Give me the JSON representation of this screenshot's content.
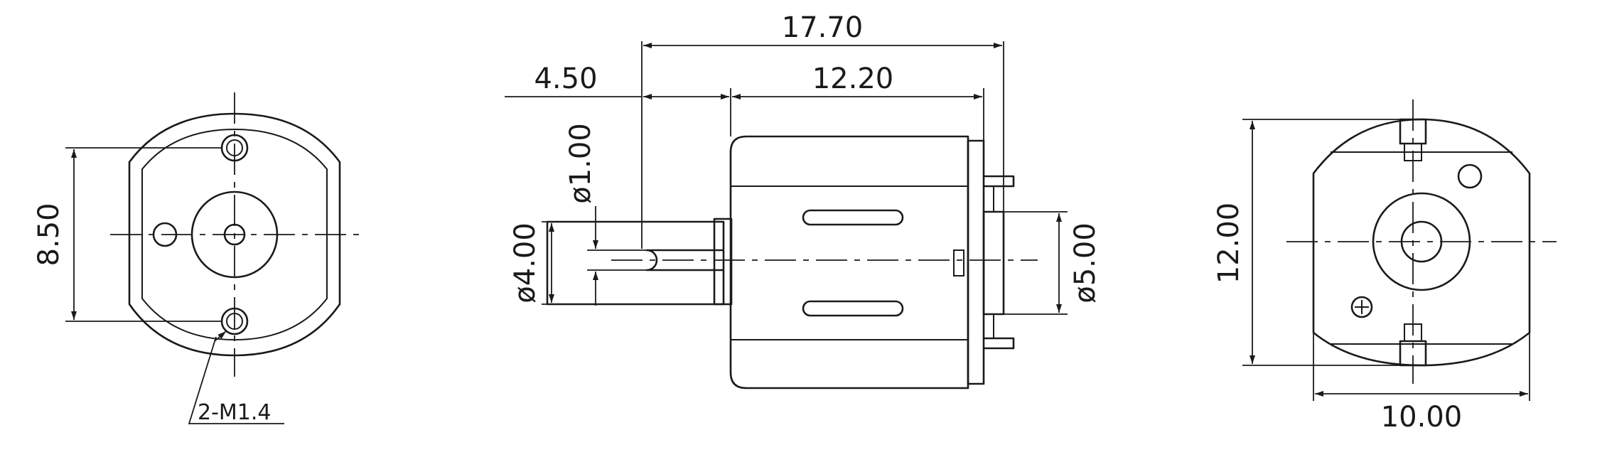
{
  "dimensions": {
    "front_height": "8.50",
    "thread": "2-M1.4",
    "overall_length": "17.70",
    "shaft_length": "4.50",
    "body_length": "12.20",
    "shaft_diameter": "ø1.00",
    "boss_diameter": "ø4.00",
    "rear_boss_diameter": "ø5.00",
    "rear_height": "12.00",
    "rear_width": "10.00"
  }
}
